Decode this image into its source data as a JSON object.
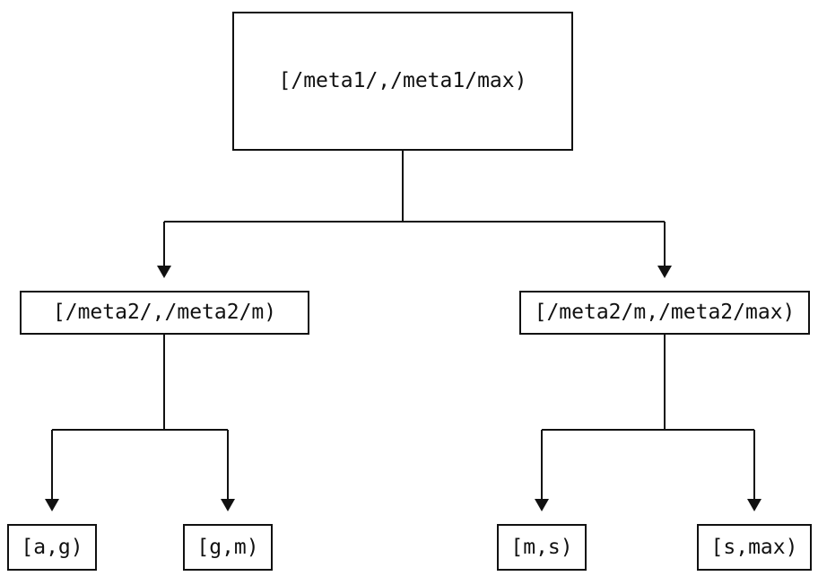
{
  "diagram": {
    "type": "tree",
    "colors": {
      "line": "#111111",
      "text": "#111111",
      "background": "#ffffff"
    },
    "nodes": {
      "root": {
        "label": "[/meta1/,/meta1/max)"
      },
      "meta2_low": {
        "label": "[/meta2/,/meta2/m)"
      },
      "meta2_high": {
        "label": "[/meta2/m,/meta2/max)"
      },
      "leaf_ag": {
        "label": "[a,g)"
      },
      "leaf_gm": {
        "label": "[g,m)"
      },
      "leaf_ms": {
        "label": "[m,s)"
      },
      "leaf_smax": {
        "label": "[s,max)"
      }
    },
    "edges": [
      {
        "from": "root",
        "to": "meta2_low"
      },
      {
        "from": "root",
        "to": "meta2_high"
      },
      {
        "from": "meta2_low",
        "to": "leaf_ag"
      },
      {
        "from": "meta2_low",
        "to": "leaf_gm"
      },
      {
        "from": "meta2_high",
        "to": "leaf_ms"
      },
      {
        "from": "meta2_high",
        "to": "leaf_smax"
      }
    ]
  }
}
